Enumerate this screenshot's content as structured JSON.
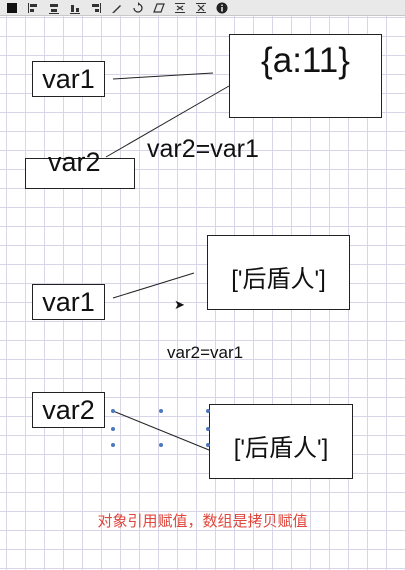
{
  "toolbar": {
    "tools": [
      {
        "icon": "select-square-icon"
      },
      {
        "icon": "align-left-icon"
      },
      {
        "icon": "align-center-icon"
      },
      {
        "icon": "align-bottom-icon"
      },
      {
        "icon": "align-right-icon"
      },
      {
        "icon": "pen-icon"
      },
      {
        "icon": "rotate-icon"
      },
      {
        "icon": "skew-icon"
      },
      {
        "icon": "distribute-horizontal-icon"
      },
      {
        "icon": "distribute-vertical-icon"
      },
      {
        "icon": "info-icon"
      }
    ]
  },
  "diagram1": {
    "var1": "var1",
    "var2": "var2",
    "object": "{a:11}",
    "caption": "var2=var1"
  },
  "diagram2": {
    "var1": "var1",
    "array": "['后盾人']",
    "caption": "var2=var1",
    "var2": "var2",
    "array_copy": "['后盾人']"
  },
  "footer": "对象引用赋值，数组是拷贝赋值"
}
